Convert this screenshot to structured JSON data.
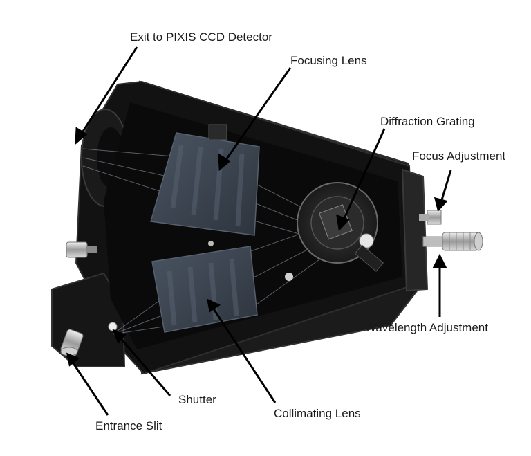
{
  "labels": {
    "exit": "Exit to PIXIS CCD Detector",
    "focusing_lens": "Focusing Lens",
    "diffraction_grating": "Diffraction Grating",
    "focus_adjustment": "Focus Adjustment",
    "wavelength_adjustment": "Wavelength Adjustment",
    "shutter": "Shutter",
    "entrance_slit": "Entrance Slit",
    "collimating_lens": "Collimating Lens"
  },
  "colors": {
    "housing": "#121212",
    "housing_edge": "#2e2e2e",
    "interior": "#0a0a0a",
    "lens": "#39424e",
    "lens_ribs": "#566070",
    "beam": "#b9c6dc",
    "metal": "#c9c9c9",
    "arrow": "#000000",
    "text": "#1a1a1a"
  },
  "icons": {
    "grating_mount": "rotating-stage-icon",
    "micrometer": "micrometer-knob-icon",
    "thumbscrew": "thumbscrew-icon"
  }
}
